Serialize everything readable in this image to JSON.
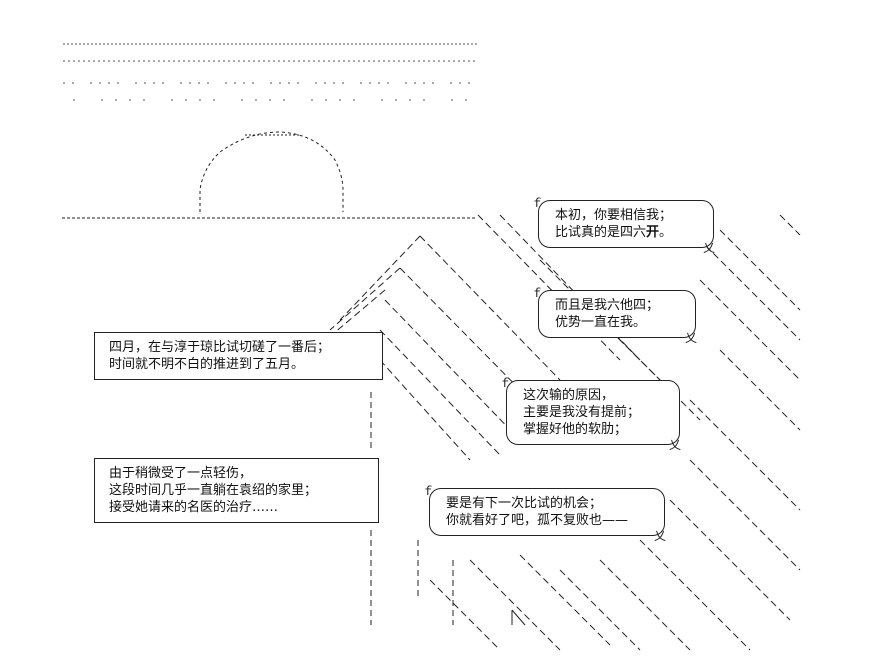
{
  "narration": [
    {
      "lines": [
        "四月，在与淳于琼比试切磋了一番后；",
        "时间就不明不白的推进到了五月。"
      ]
    },
    {
      "lines": [
        "由于稍微受了一点轻伤，",
        "这段时间几乎一直躺在袁绍的家里；",
        "接受她请来的名医的治疗……"
      ]
    }
  ],
  "dialogue": [
    {
      "lines": [
        "本初，你要相信我；",
        "比试真的是四六"
      ],
      "emphasis": "开",
      "end": "。"
    },
    {
      "lines": [
        "而且是我六他四；",
        "优势一直在我。"
      ]
    },
    {
      "lines": [
        "这次输的原因，",
        "主要是我没有提前；",
        "掌握好他的软肋；"
      ]
    },
    {
      "lines": [
        "要是有下一次比试的机会；",
        "你就看好了吧，孤不复败也——"
      ]
    }
  ],
  "colors": {
    "ink": "#111111",
    "background": "#ffffff"
  }
}
